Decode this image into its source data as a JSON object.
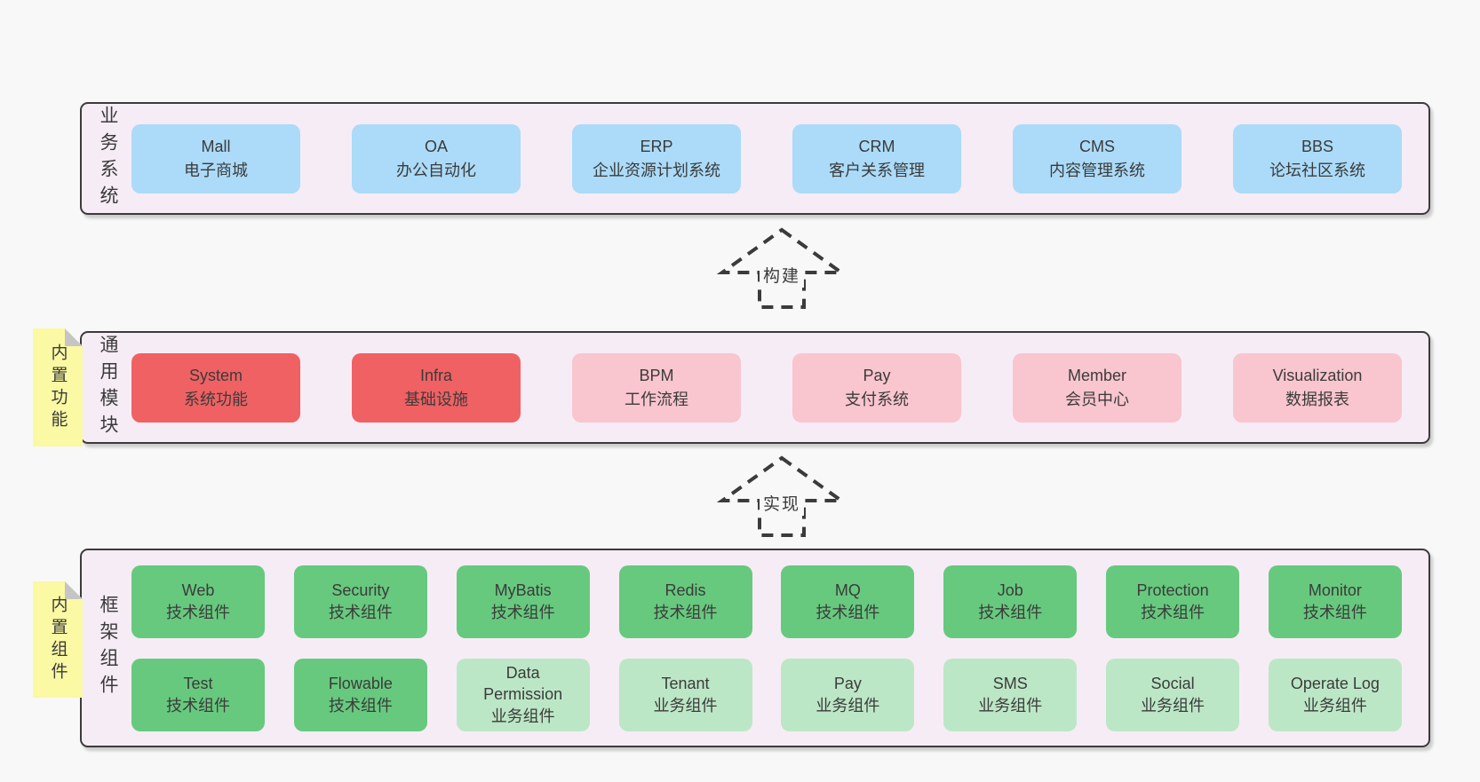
{
  "bands": [
    {
      "label": "业务系统",
      "boxes": [
        {
          "title": "Mall",
          "subtitle": "电子商城",
          "variant": "blue"
        },
        {
          "title": "OA",
          "subtitle": "办公自动化",
          "variant": "blue"
        },
        {
          "title": "ERP",
          "subtitle": "企业资源计划系统",
          "variant": "blue"
        },
        {
          "title": "CRM",
          "subtitle": "客户关系管理",
          "variant": "blue"
        },
        {
          "title": "CMS",
          "subtitle": "内容管理系统",
          "variant": "blue"
        },
        {
          "title": "BBS",
          "subtitle": "论坛社区系统",
          "variant": "blue"
        }
      ]
    },
    {
      "label": "通用模块",
      "note": "内置功能",
      "boxes": [
        {
          "title": "System",
          "subtitle": "系统功能",
          "variant": "red"
        },
        {
          "title": "Infra",
          "subtitle": "基础设施",
          "variant": "red"
        },
        {
          "title": "BPM",
          "subtitle": "工作流程",
          "variant": "pink"
        },
        {
          "title": "Pay",
          "subtitle": "支付系统",
          "variant": "pink"
        },
        {
          "title": "Member",
          "subtitle": "会员中心",
          "variant": "pink"
        },
        {
          "title": "Visualization",
          "subtitle": "数据报表",
          "variant": "pink"
        }
      ]
    },
    {
      "label": "框架组件",
      "note": "内置组件",
      "rows": [
        [
          {
            "title": "Web",
            "subtitle": "技术组件",
            "variant": "green"
          },
          {
            "title": "Security",
            "subtitle": "技术组件",
            "variant": "green"
          },
          {
            "title": "MyBatis",
            "subtitle": "技术组件",
            "variant": "green"
          },
          {
            "title": "Redis",
            "subtitle": "技术组件",
            "variant": "green"
          },
          {
            "title": "MQ",
            "subtitle": "技术组件",
            "variant": "green"
          },
          {
            "title": "Job",
            "subtitle": "技术组件",
            "variant": "green"
          },
          {
            "title": "Protection",
            "subtitle": "技术组件",
            "variant": "green"
          },
          {
            "title": "Monitor",
            "subtitle": "技术组件",
            "variant": "green"
          }
        ],
        [
          {
            "title": "Test",
            "subtitle": "技术组件",
            "variant": "green"
          },
          {
            "title": "Flowable",
            "subtitle": "技术组件",
            "variant": "green"
          },
          {
            "title": "Data Permission",
            "subtitle": "业务组件",
            "variant": "lightgreen"
          },
          {
            "title": "Tenant",
            "subtitle": "业务组件",
            "variant": "lightgreen"
          },
          {
            "title": "Pay",
            "subtitle": "业务组件",
            "variant": "lightgreen"
          },
          {
            "title": "SMS",
            "subtitle": "业务组件",
            "variant": "lightgreen"
          },
          {
            "title": "Social",
            "subtitle": "业务组件",
            "variant": "lightgreen"
          },
          {
            "title": "Operate Log",
            "subtitle": "业务组件",
            "variant": "lightgreen"
          }
        ]
      ]
    }
  ],
  "arrows": [
    {
      "label": "构建"
    },
    {
      "label": "实现"
    }
  ],
  "colors": {
    "background": "#f8f8f8",
    "band_fill": "#f6ecf5",
    "band_border": "#3b3b3b",
    "blue_box": "#abdbf8",
    "red_box": "#f06163",
    "pink_box": "#f9c5ce",
    "green_box": "#67c97e",
    "light_green_box": "#bce7c6",
    "note_fill": "#fbf9a3",
    "note_fold": "#c5c5c5",
    "text": "#3b3b3b"
  }
}
